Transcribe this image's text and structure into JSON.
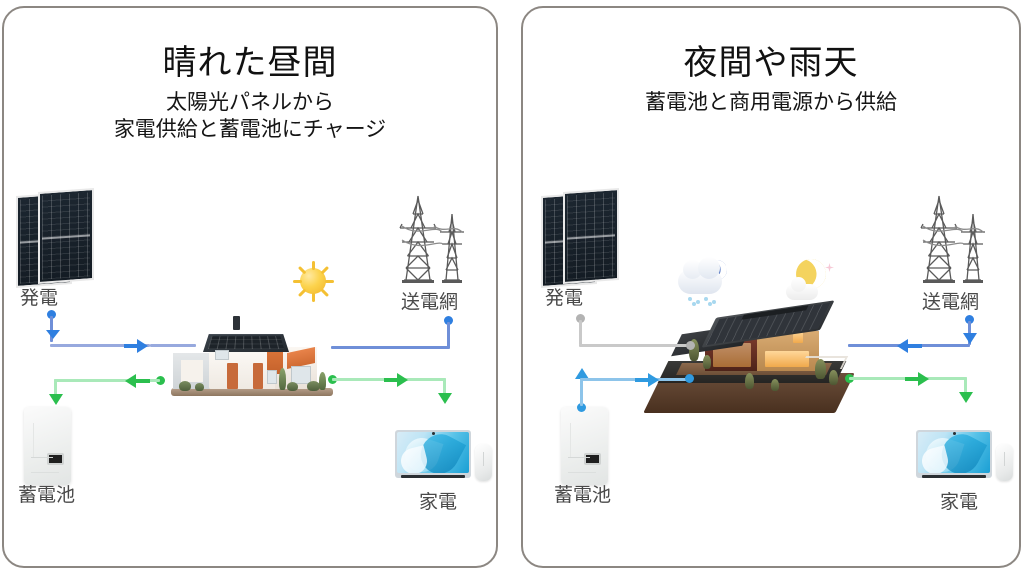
{
  "panels": [
    {
      "id": "day",
      "title": "晴れた昼間",
      "subtitle_line1": "太陽光パネルから",
      "subtitle_line2": "家電供給と蓄電池にチャージ",
      "labels": {
        "generation": "発電",
        "grid": "送電網",
        "battery": "蓄電池",
        "appliance": "家電"
      },
      "icons": {
        "solar_panel": "solar-panel-icon",
        "pylon": "transmission-tower-icon",
        "battery": "battery-storage-icon",
        "appliance": "tv-appliance-icon",
        "house": "modern-house-icon",
        "weather": "sun-icon"
      },
      "flows": [
        {
          "name": "solar-to-house",
          "color": "#4f6fd0",
          "direction": "right",
          "state": "active"
        },
        {
          "name": "house-to-battery",
          "color": "#2bbf4e",
          "direction": "left-down",
          "state": "active"
        },
        {
          "name": "house-to-grid",
          "color": "#4f6fd0",
          "direction": "right-up",
          "state": "active"
        },
        {
          "name": "house-to-appliance",
          "color": "#2bbf4e",
          "direction": "right-down",
          "state": "active"
        }
      ]
    },
    {
      "id": "night",
      "title": "夜間や雨天",
      "subtitle_line1": "蓄電池と商用電源から供給",
      "subtitle_line2": "",
      "labels": {
        "generation": "発電",
        "grid": "送電網",
        "battery": "蓄電池",
        "appliance": "家電"
      },
      "icons": {
        "solar_panel": "solar-panel-icon",
        "pylon": "transmission-tower-icon",
        "battery": "battery-storage-icon",
        "appliance": "tv-appliance-icon",
        "house": "japanese-house-icon",
        "weather_rain": "cloud-rain-moon-icon",
        "weather_moon": "crescent-moon-cloud-icon"
      },
      "flows": [
        {
          "name": "solar-to-house",
          "color": "#a9a9a9",
          "direction": "right",
          "state": "inactive"
        },
        {
          "name": "battery-to-house",
          "color": "#3d8fe0",
          "direction": "right",
          "state": "active"
        },
        {
          "name": "grid-to-house",
          "color": "#4f6fd0",
          "direction": "left",
          "state": "active"
        },
        {
          "name": "house-to-appliance",
          "color": "#2bbf4e",
          "direction": "right-down",
          "state": "active"
        }
      ]
    }
  ],
  "colors": {
    "frame_border": "#8c8782",
    "background": "#ffffff",
    "title_text": "#111111",
    "label_text": "#4a4a4a",
    "flow_blue": "#4f6fd0",
    "flow_blue_light": "#3d8fe0",
    "flow_green": "#2bbf4e",
    "flow_inactive": "#a9a9a9"
  }
}
